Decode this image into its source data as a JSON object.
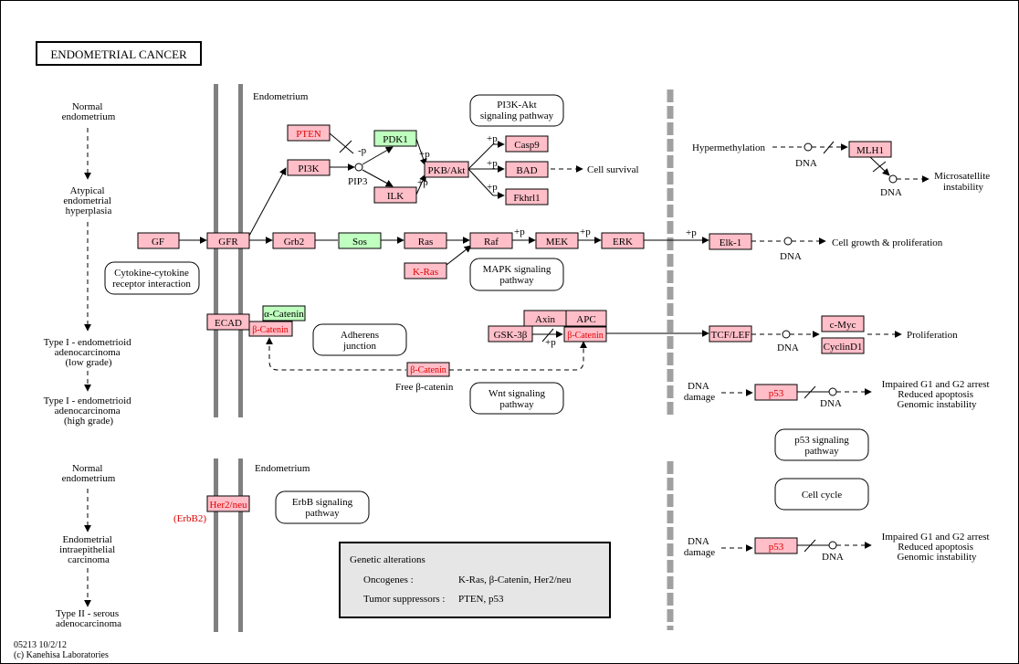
{
  "title": "ENDOMETRIAL  CANCER",
  "footer": {
    "code": "05213 10/2/12",
    "copyright": "(c) Kanehisa Laboratories"
  },
  "stages_top": [
    {
      "lines": [
        "Normal",
        "endometrium"
      ]
    },
    {
      "lines": [
        "Atypical",
        "endometrial",
        "hyperplasia"
      ]
    },
    {
      "lines": [
        "Type I - endometrioid",
        "adenocarcinoma",
        "(low grade)"
      ]
    },
    {
      "lines": [
        "Type I - endometrioid",
        "adenocarcinoma",
        "(high grade)"
      ]
    }
  ],
  "stages_bottom": [
    {
      "lines": [
        "Normal",
        "endometrium"
      ]
    },
    {
      "lines": [
        "Endometrial",
        "intraepithelial",
        "carcinoma"
      ]
    },
    {
      "lines": [
        "Type II - serous",
        "adenocarcinoma"
      ]
    }
  ],
  "labels": {
    "endometrium_top": "Endometrium",
    "endometrium_bottom": "Endometrium",
    "pip3": "PIP3",
    "minus_p": "-p",
    "plus_p": "+p",
    "cell_survival": "Cell survival",
    "hypermethylation": "Hypermethylation",
    "dna": "DNA",
    "microsatellite": [
      "Microsatellite",
      "instability"
    ],
    "cell_growth": "Cell growth & proliferation",
    "proliferation": "Proliferation",
    "free_b_catenin": "Free β-catenin",
    "dna_damage": [
      "DNA",
      "damage"
    ],
    "impaired": [
      "Impaired G1 and G2 arrest",
      "Reduced apoptosis",
      "Genomic instability"
    ],
    "erbb2": "(ErbB2)"
  },
  "genes": {
    "pten": "PTEN",
    "pi3k": "PI3K",
    "pdk1": "PDK1",
    "ilk": "ILK",
    "pkb": "PKB/Akt",
    "casp9": "Casp9",
    "bad": "BAD",
    "fkhrl1": "Fkhrl1",
    "gf": "GF",
    "gfr": "GFR",
    "grb2": "Grb2",
    "sos": "Sos",
    "ras": "Ras",
    "kras": "K-Ras",
    "raf": "Raf",
    "mek": "MEK",
    "erk": "ERK",
    "elk1": "Elk-1",
    "mlh1": "MLH1",
    "ecad": "ECAD",
    "a_catenin": "α-Catenin",
    "b_catenin_membrane": "β-Catenin",
    "b_catenin_free": "β-Catenin",
    "gsk3b": "GSK-3β",
    "axin": "Axin",
    "apc": "APC",
    "b_catenin_complex": "β-Catenin",
    "tcf_lef": "TCF/LEF",
    "cmyc": "c-Myc",
    "cyclind1": "CyclinD1",
    "p53_top": "p53",
    "p53_bottom": "p53",
    "her2": "Her2/neu"
  },
  "pathways": {
    "pi3k_akt": [
      "PI3K-Akt",
      "signaling pathway"
    ],
    "cytokine": [
      "Cytokine-cytokine",
      "receptor interaction"
    ],
    "mapk": [
      "MAPK signaling",
      "pathway"
    ],
    "adherens": [
      "Adherens",
      "junction"
    ],
    "wnt": [
      "Wnt signaling",
      "pathway"
    ],
    "p53": [
      "p53 signaling",
      "pathway"
    ],
    "cell_cycle": [
      "Cell cycle"
    ],
    "erbb": [
      "ErbB signaling",
      "pathway"
    ]
  },
  "legend": {
    "title": "Genetic alterations",
    "oncogenes_label": "Oncogenes :",
    "oncogenes_value": "K-Ras, β-Catenin, Her2/neu",
    "suppressors_label": "Tumor suppressors :",
    "suppressors_value": "PTEN, p53"
  }
}
